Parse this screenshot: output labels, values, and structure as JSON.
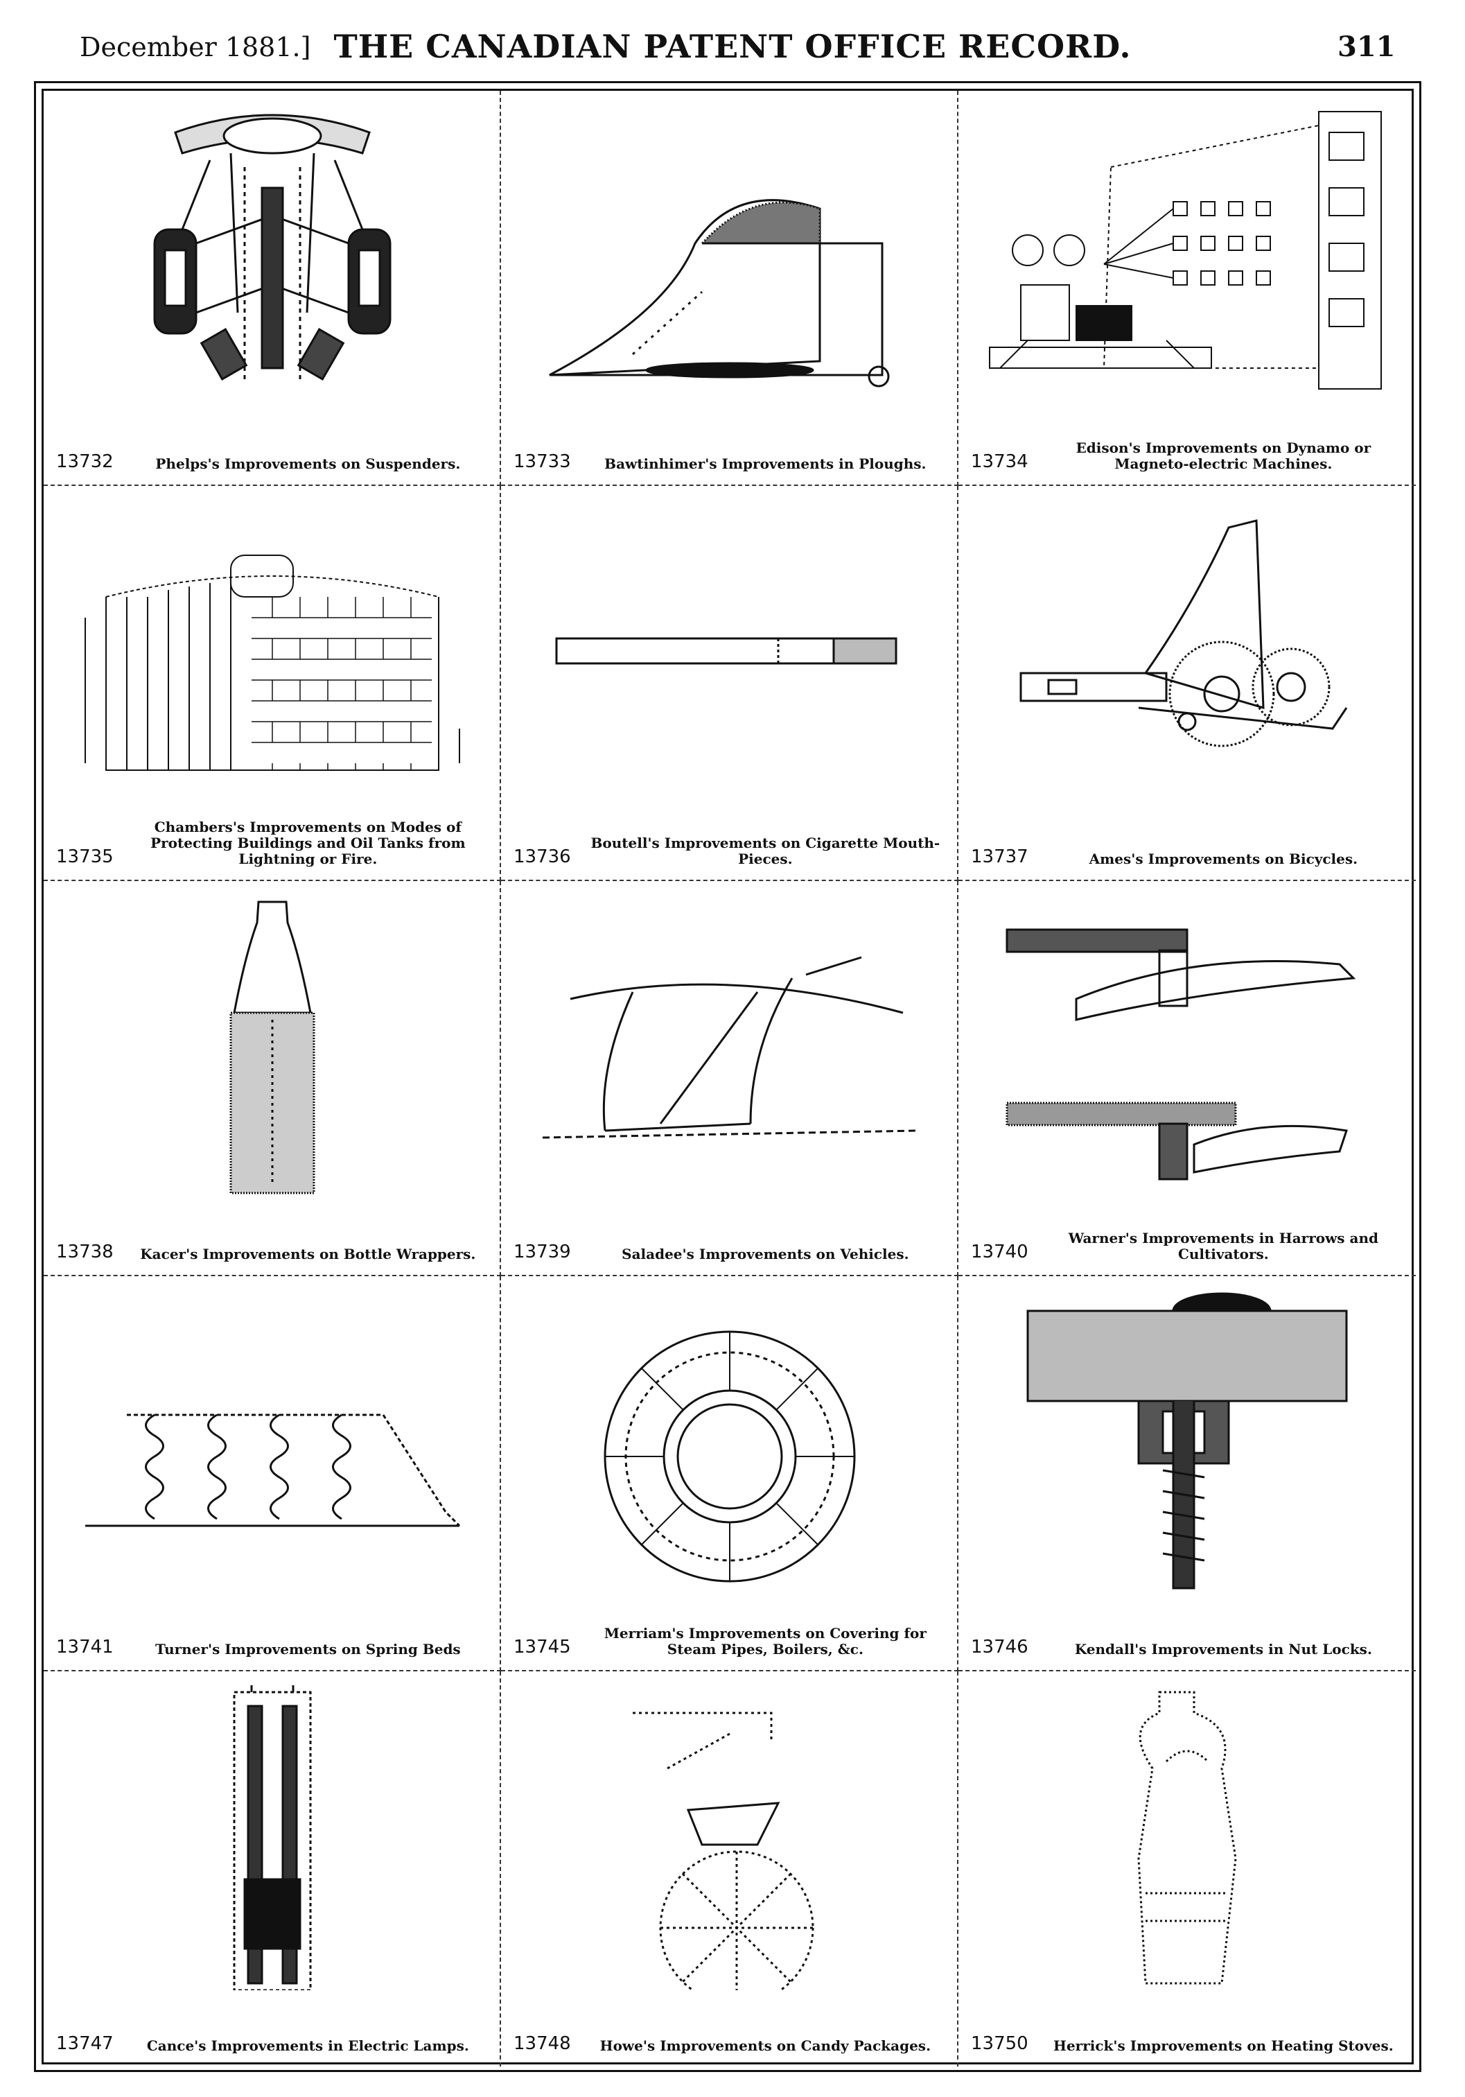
{
  "header": {
    "date": "December 1881.]",
    "title": "THE CANADIAN PATENT OFFICE RECORD.",
    "page": "311"
  },
  "patents": [
    {
      "number": "13732",
      "caption": "Phelps's Improvements on Suspenders.",
      "figure": "suspenders-figure"
    },
    {
      "number": "13733",
      "caption": "Bawtinhimer's Improvements in Ploughs.",
      "figure": "plough-figure"
    },
    {
      "number": "13734",
      "caption": "Edison's Improvements on Dynamo or Magneto-electric Machines.",
      "figure": "dynamo-figure"
    },
    {
      "number": "13735",
      "caption": "Chambers's Improvements on Modes of Protecting Buildings and Oil Tanks from Lightning or Fire.",
      "figure": "oil-tank-figure"
    },
    {
      "number": "13736",
      "caption": "Boutell's Improvements on Cigarette Mouth-Pieces.",
      "figure": "cigarette-mouthpiece-figure"
    },
    {
      "number": "13737",
      "caption": "Ames's Improvements on Bicycles.",
      "figure": "bicycle-gear-figure"
    },
    {
      "number": "13738",
      "caption": "Kacer's Improvements on Bottle Wrappers.",
      "figure": "bottle-wrapper-figure"
    },
    {
      "number": "13739",
      "caption": "Saladee's Improvements on Vehicles.",
      "figure": "vehicle-figure"
    },
    {
      "number": "13740",
      "caption": "Warner's Improvements in Harrows and Cultivators.",
      "figure": "harrow-figure"
    },
    {
      "number": "13741",
      "caption": "Turner's Improvements on Spring Beds",
      "figure": "spring-bed-figure"
    },
    {
      "number": "13745",
      "caption": "Merriam's Improvements on Covering for Steam Pipes, Boilers, &c.",
      "figure": "pipe-covering-figure"
    },
    {
      "number": "13746",
      "caption": "Kendall's Improvements in Nut Locks.",
      "figure": "nut-lock-figure"
    },
    {
      "number": "13747",
      "caption": "Cance's Improvements in Electric Lamps.",
      "figure": "electric-lamp-figure"
    },
    {
      "number": "13748",
      "caption": "Howe's Improvements on Candy Packages.",
      "figure": "candy-package-figure"
    },
    {
      "number": "13750",
      "caption": "Herrick's Improvements on Heating Stoves.",
      "figure": "heating-stove-figure"
    }
  ]
}
